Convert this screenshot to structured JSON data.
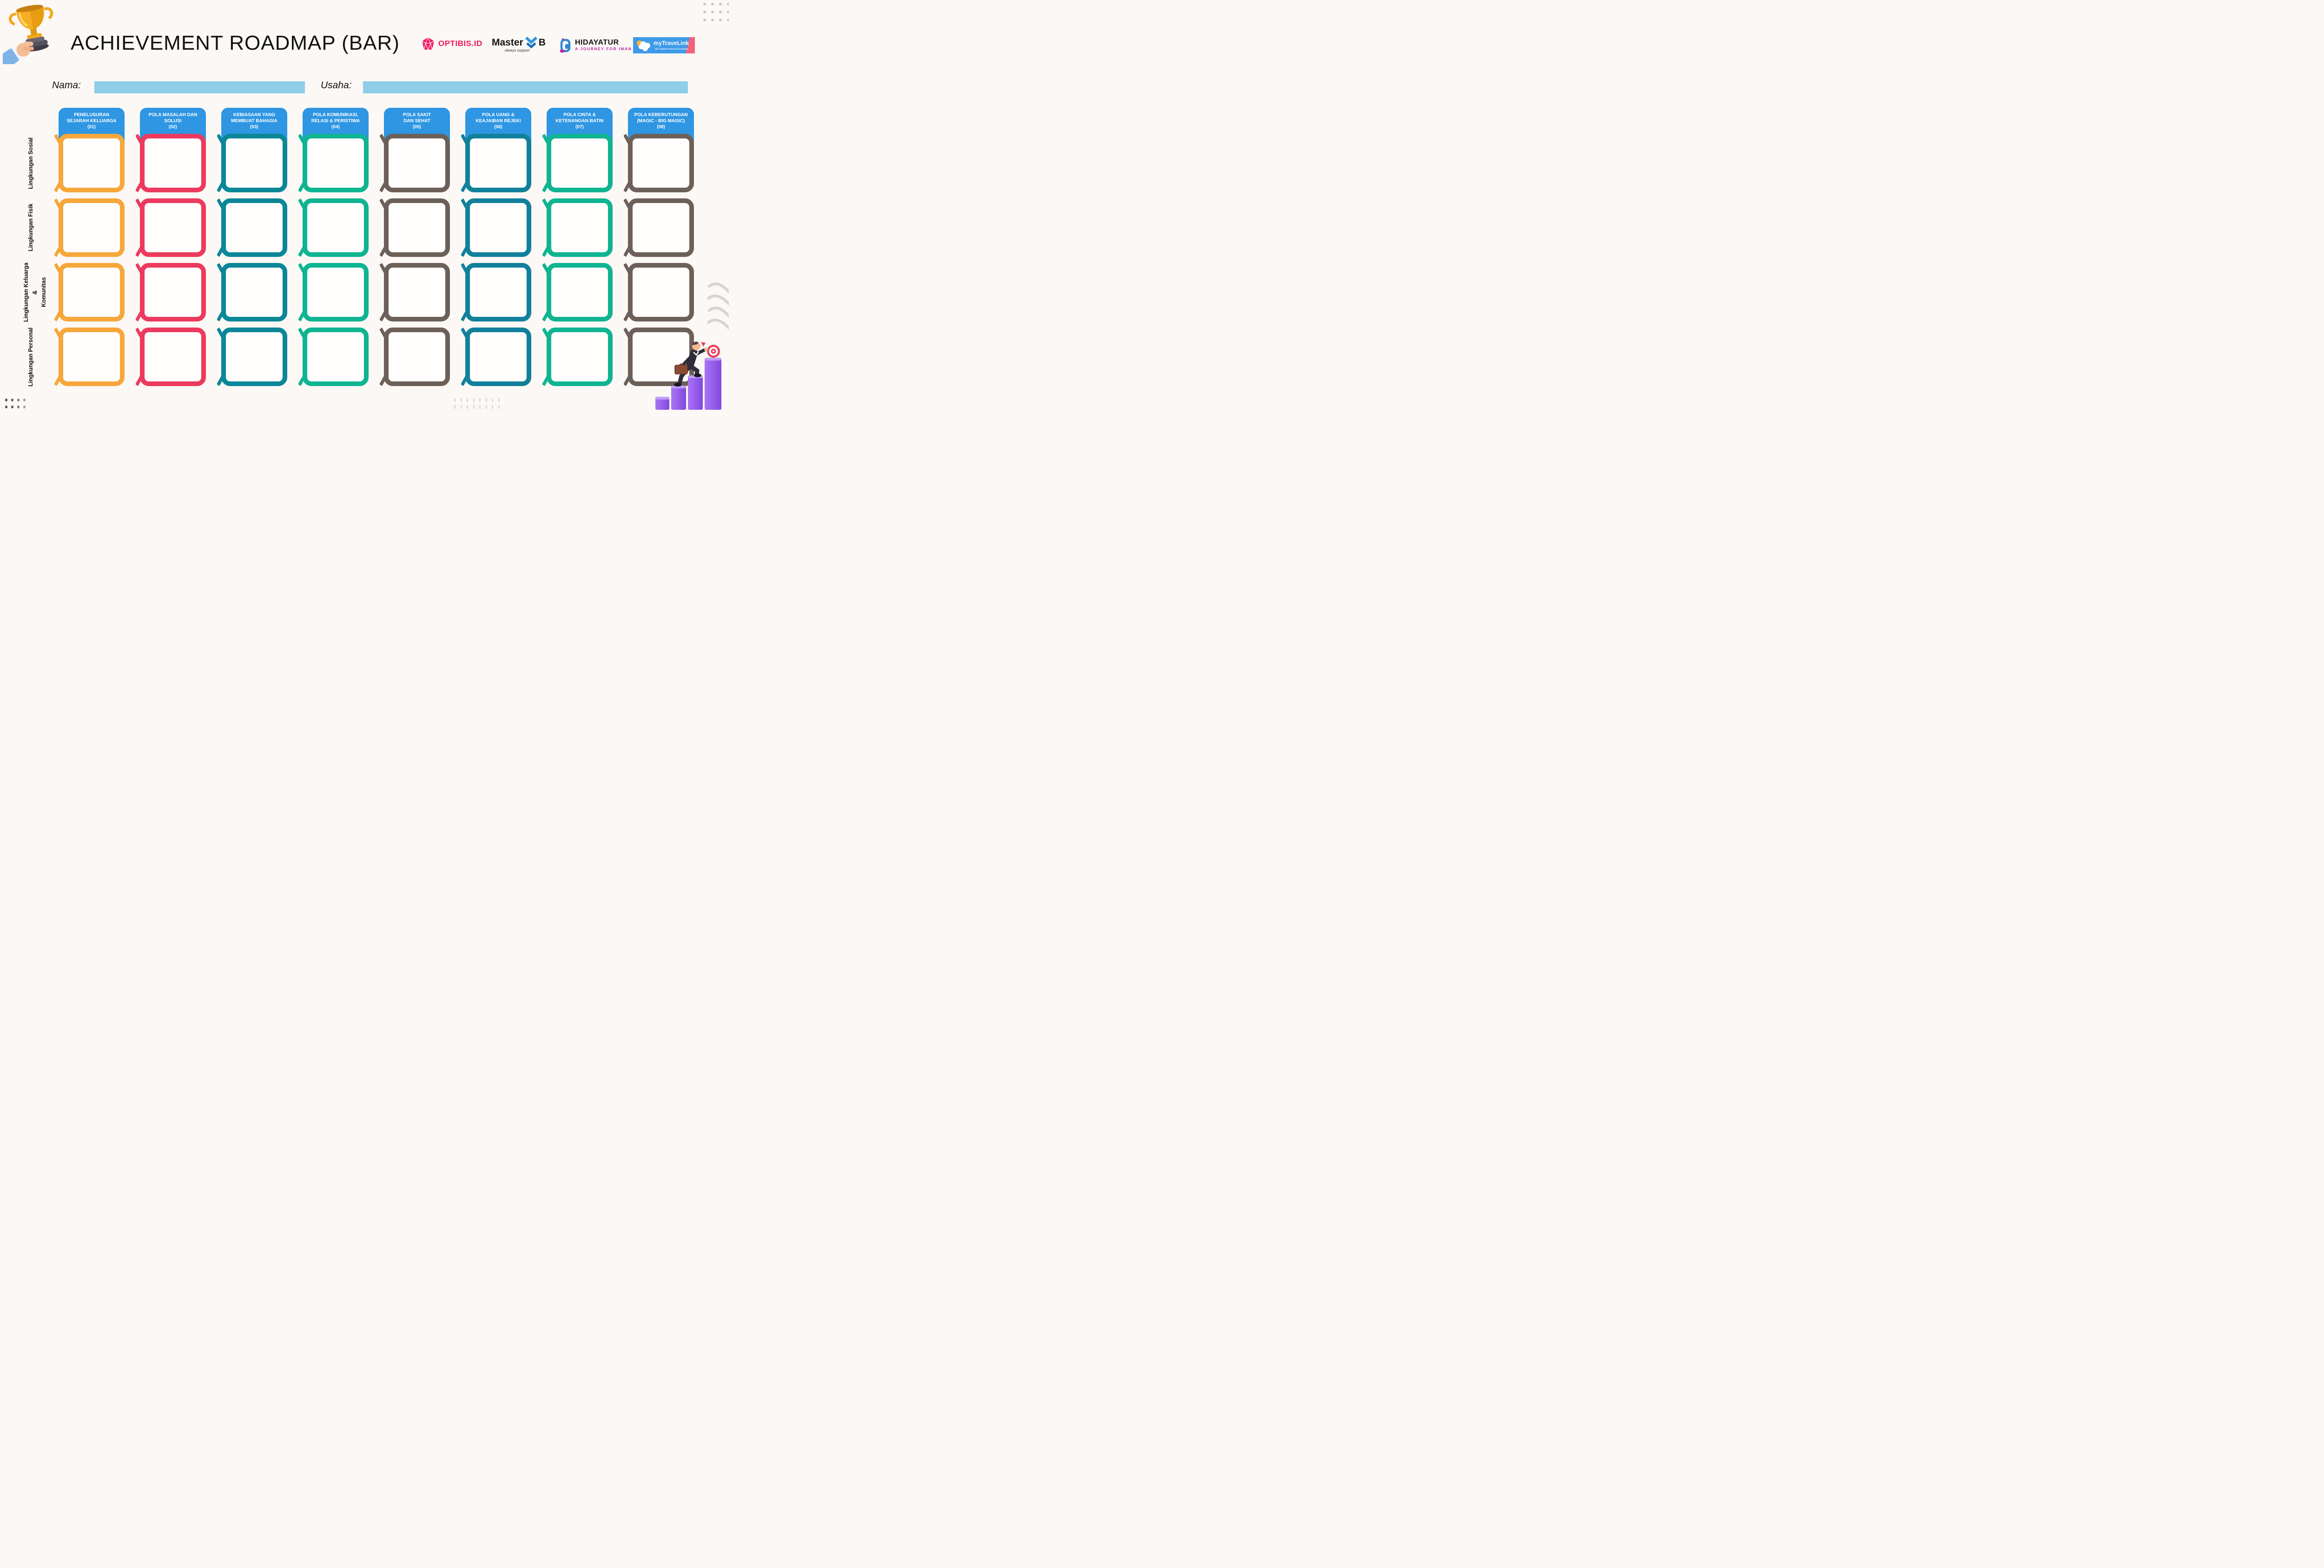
{
  "title": "ACHIEVEMENT ROADMAP (BAR)",
  "form": {
    "nama_label": "Nama:",
    "nama_value": "",
    "usaha_label": "Usaha:",
    "usaha_value": "",
    "field_color": "#8FCEE9"
  },
  "logos": {
    "optibis": {
      "text": "OPTIBIS.ID",
      "color": "#F0155F",
      "icon": "gem-icon"
    },
    "master": {
      "text": "Master",
      "suffix": "B",
      "tagline": "always support",
      "icon": "double-m-chevron-icon"
    },
    "hidayatur": {
      "text": "HIDAYATUR",
      "tagline": "A JOURNEY FOR IMAN",
      "tagline_color": "#BE1FA6",
      "icon": "b-door-icon"
    },
    "mytravelink": {
      "text": "myTraveLink",
      "tagline": "-We Organize Almost Everything-",
      "bg_color": "#3D9BE9",
      "accent_color": "#F2637A",
      "icon": "sun-clouds-icon"
    }
  },
  "grid": {
    "header_color": "#2E96E2",
    "box_fill": "#FFFEFC",
    "columns": [
      {
        "lines": [
          "PENELUSURAN",
          "SEJARAH KELUARGA",
          "(01)"
        ],
        "color": "#F6A73B"
      },
      {
        "lines": [
          "POLA MASALAH DAN",
          "SOLUSI",
          "(02)"
        ],
        "color": "#EC3A5E"
      },
      {
        "lines": [
          "KEBIASAAN YANG",
          "MEMBUAT BAHAGIA",
          "(03)"
        ],
        "color": "#0B8798"
      },
      {
        "lines": [
          "POLA KOMUNIKASI,",
          "RELASI & PERISTIWA",
          "(04)"
        ],
        "color": "#0FB491"
      },
      {
        "lines": [
          "POLA SAKIT",
          "DAN SEHAT",
          "(05)"
        ],
        "color": "#6C6058"
      },
      {
        "lines": [
          "POLA UANG &",
          "KEAJAIBAN REJEKI",
          "(06)"
        ],
        "color": "#11809B"
      },
      {
        "lines": [
          "POLA CINTA &",
          "KETENANGAN BATIN",
          "(07)"
        ],
        "color": "#0FB491"
      },
      {
        "lines": [
          "POLA KEBERUTUNGAN",
          "(MAGIC - BIG MAGIC)",
          "(08)"
        ],
        "color": "#6C6058"
      }
    ],
    "rows": [
      {
        "label_lines": [
          "Lingkungan Sosial"
        ]
      },
      {
        "label_lines": [
          "Lingkungan Fisik"
        ]
      },
      {
        "label_lines": [
          "Lingkungan Keluarga &",
          "Komunitas"
        ]
      },
      {
        "label_lines": [
          "Lingkungan Personal"
        ]
      }
    ],
    "cell_value": ""
  }
}
